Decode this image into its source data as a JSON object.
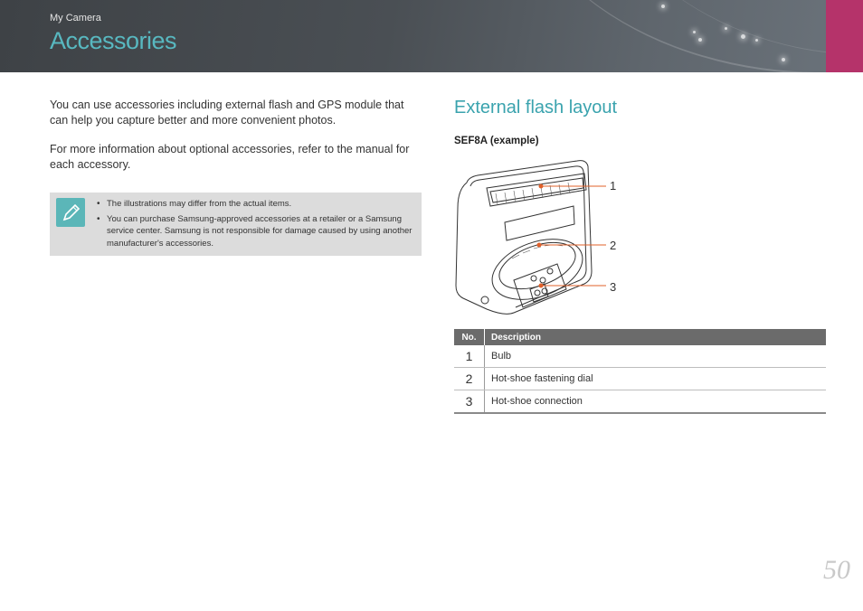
{
  "header": {
    "breadcrumb": "My Camera",
    "title": "Accessories"
  },
  "intro": {
    "paragraph_1": "You can use accessories including external flash and GPS module that can help you capture better and more convenient photos.",
    "paragraph_2": "For more information about optional accessories, refer to the manual for each accessory."
  },
  "note": {
    "icon": "pencil-note-icon",
    "items": [
      "The illustrations may differ from the actual items.",
      "You can purchase Samsung-approved accessories at a retailer or a Samsung service center. Samsung is not responsible for damage caused by using another manufacturer's accessories."
    ]
  },
  "section": {
    "title": "External flash layout",
    "model_label": "SEF8A (example)",
    "callouts": [
      "1",
      "2",
      "3"
    ]
  },
  "table": {
    "headers": [
      "No.",
      "Description"
    ],
    "rows": [
      {
        "no": "1",
        "description": "Bulb"
      },
      {
        "no": "2",
        "description": "Hot-shoe fastening dial"
      },
      {
        "no": "3",
        "description": "Hot-shoe connection"
      }
    ]
  },
  "page_number": "50",
  "colors": {
    "accent_teal": "#58b8c0",
    "accent_magenta": "#b5336a",
    "table_header": "#6b6b6b"
  }
}
